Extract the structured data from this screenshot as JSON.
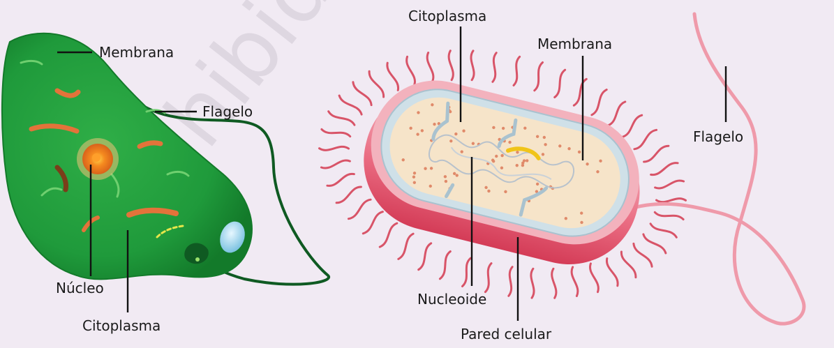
{
  "left_diagram": {
    "labels": {
      "membrana": "Membrana",
      "flagelo": "Flagelo",
      "nucleo": "Núcleo",
      "citoplasma": "Citoplasma"
    },
    "colors": {
      "cell_body": "#1f9a3b",
      "cell_dark": "#137a2a",
      "nucleus_ring": "#e07a1c",
      "nucleus_core": "#ffd24a",
      "vacuole": "#a9dcf0",
      "organelle": "#e3733a",
      "flagellum": "#0f5a22"
    }
  },
  "right_diagram": {
    "labels": {
      "citoplasma": "Citoplasma",
      "membrana": "Membrana",
      "flagelo": "Flagelo",
      "nucleoide": "Nucleoide",
      "pared_celular": "Pared celular"
    },
    "colors": {
      "pili": "#d85468",
      "cell_wall": "#e24a63",
      "wall_light": "#f3b2bd",
      "membrane": "#cfe0e8",
      "cytoplasm": "#f6e4c9",
      "dots": "#e08a6a",
      "ribosome": "#f0c419",
      "flagellum": "#ef9aaa"
    }
  },
  "watermark": {
    "text": "Prohibida",
    "color": "#b8b0bd"
  }
}
